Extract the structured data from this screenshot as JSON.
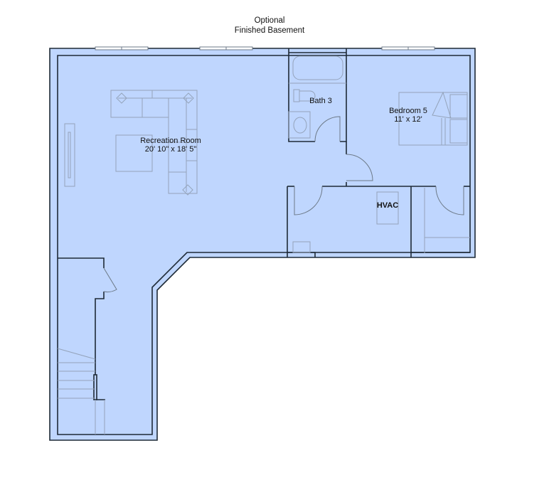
{
  "plan": {
    "title_line1": "Optional",
    "title_line2": "Finished Basement",
    "fill_color": "#bfd6fe",
    "wall_color": "#1e2a36",
    "furniture_color": "#8fa0b8"
  },
  "rooms": [
    {
      "id": "recreation-room",
      "name": "Recreation Room",
      "dimensions": "20' 10\" x 18' 5\""
    },
    {
      "id": "bath-3",
      "name": "Bath 3",
      "dimensions": ""
    },
    {
      "id": "bedroom-5",
      "name": "Bedroom 5",
      "dimensions": "11' x 12'"
    },
    {
      "id": "hvac",
      "name": "HVAC",
      "dimensions": ""
    }
  ]
}
